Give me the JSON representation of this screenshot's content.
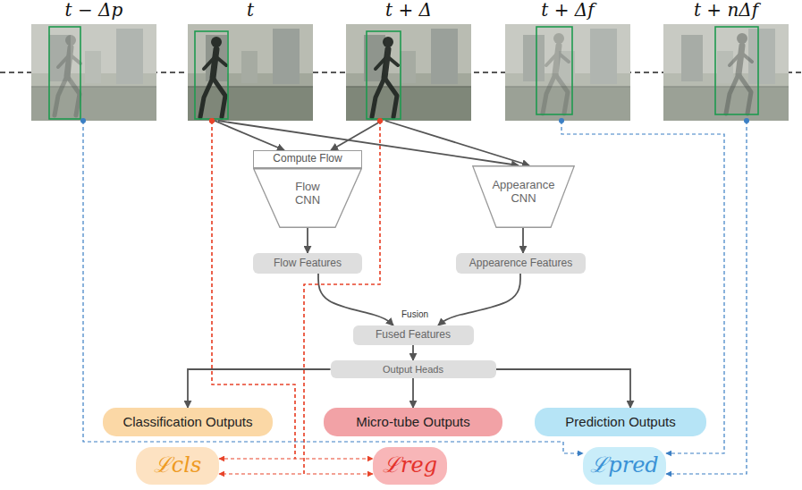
{
  "diagram": {
    "nodes": [
      {
        "text": [
          "t − Δp"
        ]
      },
      {
        "text": [
          "t"
        ]
      },
      {
        "text": [
          "t + Δ"
        ]
      },
      {
        "text": [
          "t + Δf"
        ]
      },
      {
        "text": [
          "t + nΔf"
        ]
      },
      {
        "text": [
          "Compute Flow"
        ]
      },
      {
        "text": [
          "Flow CNN"
        ]
      },
      {
        "text": [
          "Appearance CNN"
        ]
      },
      {
        "text": [
          "Flow Features"
        ]
      },
      {
        "text": [
          "Appearence Features"
        ]
      },
      {
        "text": [
          "Fused Features"
        ]
      },
      {
        "text": [
          "Output Heads"
        ]
      },
      {
        "text": [
          "Classification Outputs"
        ]
      },
      {
        "text": [
          "Micro-tube Outputs"
        ]
      },
      {
        "text": [
          "Prediction Outputs"
        ]
      },
      {
        "text": [
          "ℒcls"
        ]
      },
      {
        "text": [
          "ℒreg"
        ]
      },
      {
        "text": [
          "ℒpred"
        ]
      }
    ],
    "edges": [
      {
        "from": 1,
        "to": 5,
        "arrow": "to"
      },
      {
        "from": 2,
        "to": 5,
        "arrow": "to"
      },
      {
        "from": 1,
        "to": 7,
        "arrow": "to"
      },
      {
        "from": 2,
        "to": 7,
        "arrow": "to"
      },
      {
        "from": 6,
        "to": 8,
        "arrow": "to"
      },
      {
        "from": 7,
        "to": 9,
        "arrow": "to"
      },
      {
        "from": 8,
        "to": 10,
        "arrow": "to"
      },
      {
        "from": 9,
        "to": 10,
        "arrow": "to"
      },
      {
        "from": 10,
        "to": 11,
        "arrow": "to"
      },
      {
        "from": 11,
        "to": 12,
        "arrow": "to"
      },
      {
        "from": 11,
        "to": 13,
        "arrow": "to"
      },
      {
        "from": 11,
        "to": 14,
        "arrow": "to"
      },
      {
        "from": 1,
        "to": 15,
        "arrow": "to"
      },
      {
        "from": 1,
        "to": 16,
        "arrow": "to"
      },
      {
        "from": 2,
        "to": 15,
        "arrow": "to"
      },
      {
        "from": 2,
        "to": 16,
        "arrow": "to"
      },
      {
        "from": 0,
        "to": 17,
        "arrow": "to"
      },
      {
        "from": 3,
        "to": 17,
        "arrow": "to"
      },
      {
        "from": 4,
        "to": 17,
        "arrow": "to"
      }
    ],
    "labels": [
      "Fusion"
    ]
  }
}
